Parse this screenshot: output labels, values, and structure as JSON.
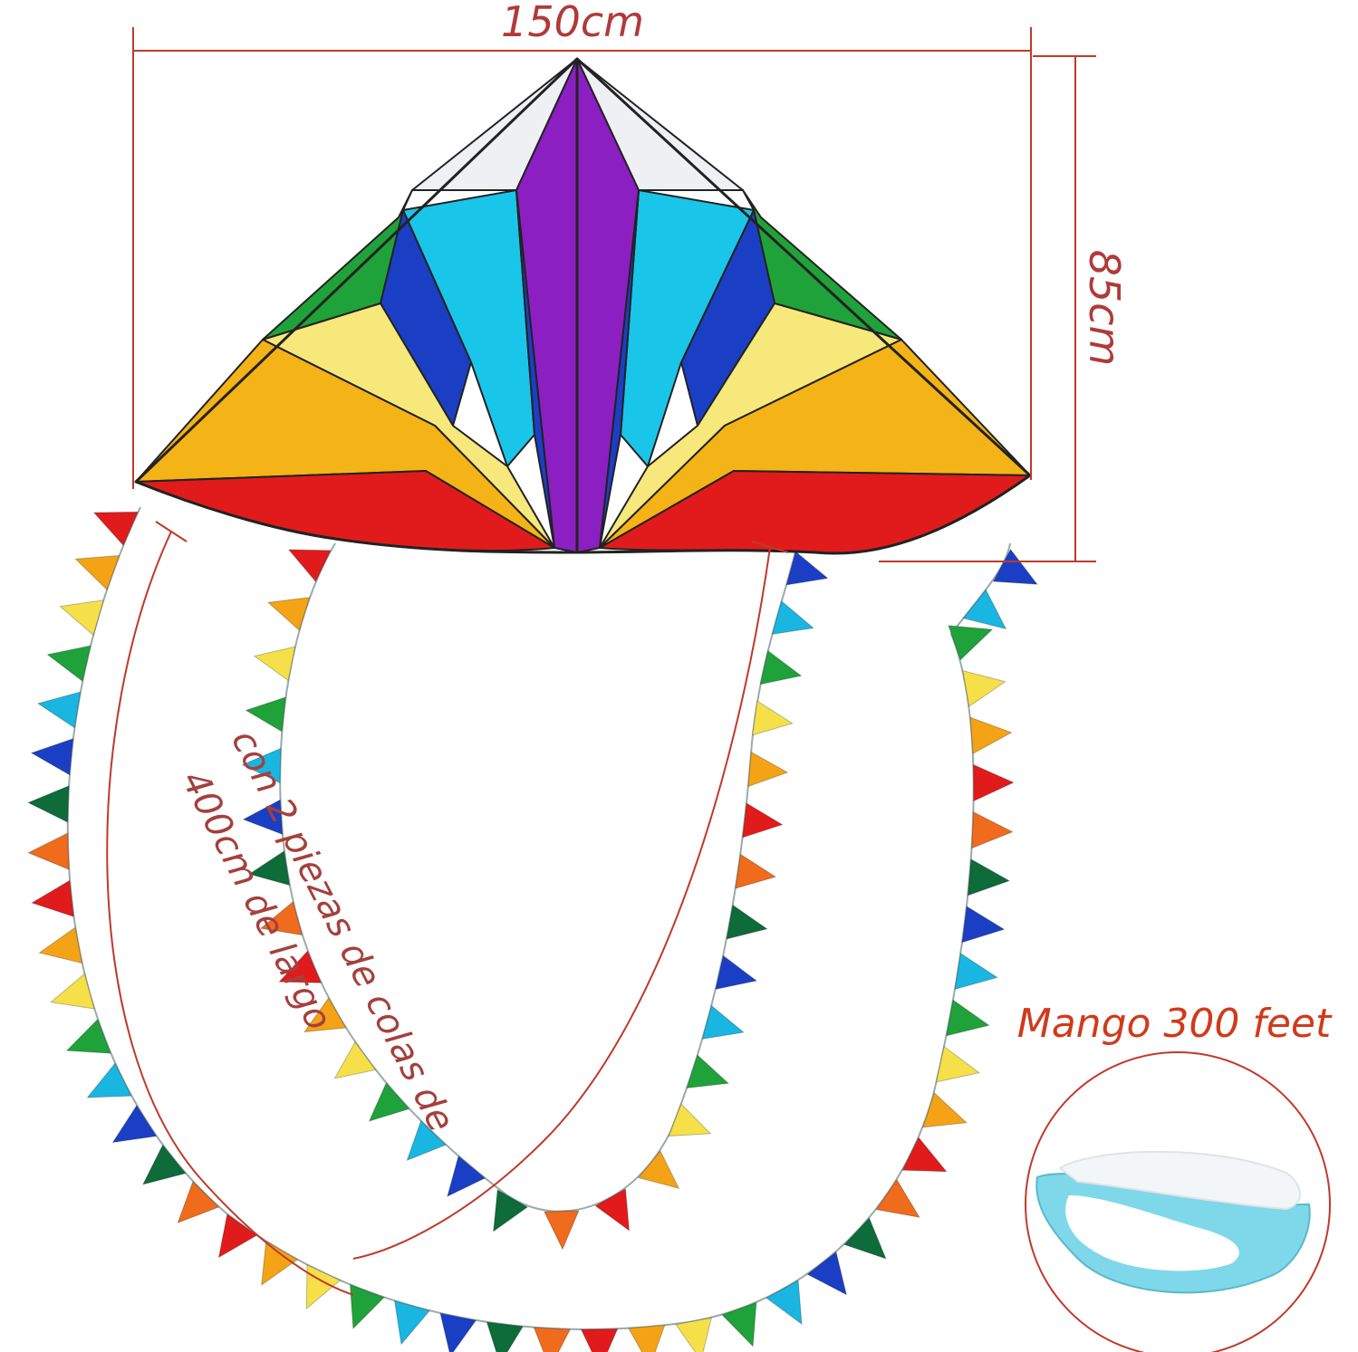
{
  "labels": {
    "width": "150cm",
    "height": "85cm",
    "tails_line1": "con 2 piezas de colas de",
    "tails_line2": "400cm de largo",
    "handle": "Mango 300 feet"
  },
  "colors": {
    "dimension_line": "#c0392b",
    "dimension_text": "#b03a3a",
    "tails_text": "#a5403c",
    "handle_text": "#d03a1c",
    "kite_outline": "#222222",
    "purple": "#8b1fc2",
    "white": "#eef0f4",
    "light_blue": "#19c6ea",
    "dark_blue": "#1b3fc4",
    "green": "#20a23a",
    "yellow": "#f6e87a",
    "orange": "#f4b316",
    "red": "#e11b1b",
    "handle_blue": "#7fd8ea"
  },
  "flag_palette": [
    "#e11b1b",
    "#f4a316",
    "#f6e04a",
    "#20a23a",
    "#19b6e2",
    "#1b3fc4",
    "#0e6b3a",
    "#f06b1c"
  ]
}
